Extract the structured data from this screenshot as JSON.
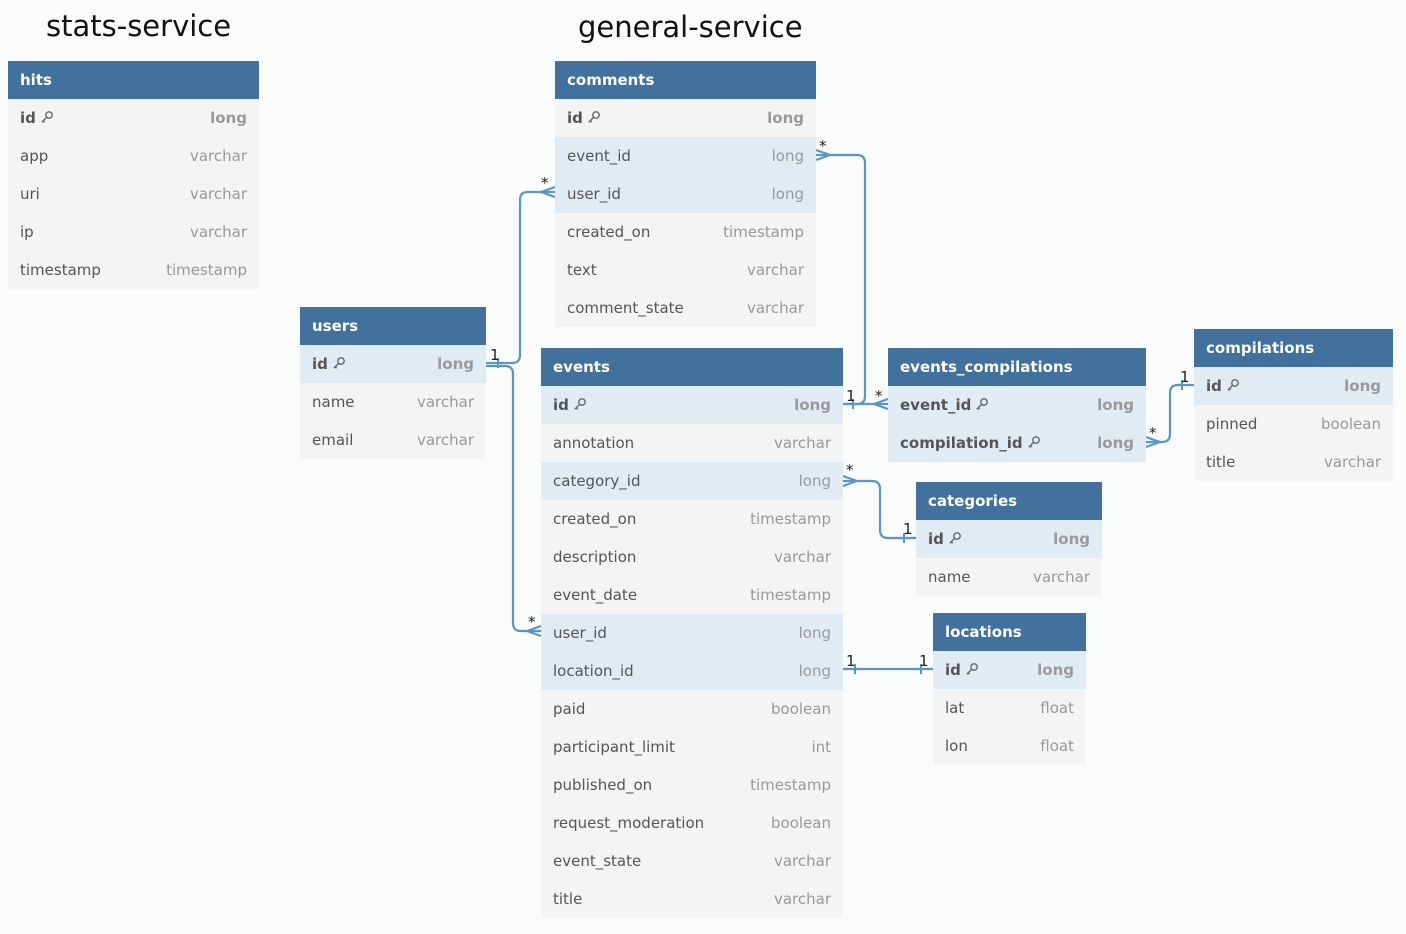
{
  "headings": {
    "stats": "stats-service",
    "general": "general-service"
  },
  "colors": {
    "header": "#41719c",
    "relationship_line": "#5b95c6",
    "row_highlight": "#e0ebf3",
    "row_default": "#f3f4f4"
  },
  "key_icon": "key-icon",
  "tables": [
    {
      "id": "hits",
      "title": "hits",
      "columns": [
        {
          "name": "id",
          "type": "long",
          "pk": true
        },
        {
          "name": "app",
          "type": "varchar"
        },
        {
          "name": "uri",
          "type": "varchar"
        },
        {
          "name": "ip",
          "type": "varchar"
        },
        {
          "name": "timestamp",
          "type": "timestamp"
        }
      ]
    },
    {
      "id": "comments",
      "title": "comments",
      "columns": [
        {
          "name": "id",
          "type": "long",
          "pk": true
        },
        {
          "name": "event_id",
          "type": "long",
          "fk": true
        },
        {
          "name": "user_id",
          "type": "long",
          "fk": true
        },
        {
          "name": "created_on",
          "type": "timestamp"
        },
        {
          "name": "text",
          "type": "varchar"
        },
        {
          "name": "comment_state",
          "type": "varchar"
        }
      ]
    },
    {
      "id": "users",
      "title": "users",
      "columns": [
        {
          "name": "id",
          "type": "long",
          "pk": true,
          "fk": true
        },
        {
          "name": "name",
          "type": "varchar"
        },
        {
          "name": "email",
          "type": "varchar"
        }
      ]
    },
    {
      "id": "events",
      "title": "events",
      "columns": [
        {
          "name": "id",
          "type": "long",
          "pk": true,
          "fk": true
        },
        {
          "name": "annotation",
          "type": "varchar"
        },
        {
          "name": "category_id",
          "type": "long",
          "fk": true
        },
        {
          "name": "created_on",
          "type": "timestamp"
        },
        {
          "name": "description",
          "type": "varchar"
        },
        {
          "name": "event_date",
          "type": "timestamp"
        },
        {
          "name": "user_id",
          "type": "long",
          "fk": true
        },
        {
          "name": "location_id",
          "type": "long",
          "fk": true
        },
        {
          "name": "paid",
          "type": "boolean"
        },
        {
          "name": "participant_limit",
          "type": "int"
        },
        {
          "name": "published_on",
          "type": "timestamp"
        },
        {
          "name": "request_moderation",
          "type": "boolean"
        },
        {
          "name": "event_state",
          "type": "varchar"
        },
        {
          "name": "title",
          "type": "varchar"
        }
      ]
    },
    {
      "id": "events_compilations",
      "title": "events_compilations",
      "columns": [
        {
          "name": "event_id",
          "type": "long",
          "pk": true,
          "fk": true
        },
        {
          "name": "compilation_id",
          "type": "long",
          "pk": true,
          "fk": true
        }
      ]
    },
    {
      "id": "compilations",
      "title": "compilations",
      "columns": [
        {
          "name": "id",
          "type": "long",
          "pk": true,
          "fk": true
        },
        {
          "name": "pinned",
          "type": "boolean"
        },
        {
          "name": "title",
          "type": "varchar"
        }
      ]
    },
    {
      "id": "categories",
      "title": "categories",
      "columns": [
        {
          "name": "id",
          "type": "long",
          "pk": true,
          "fk": true
        },
        {
          "name": "name",
          "type": "varchar"
        }
      ]
    },
    {
      "id": "locations",
      "title": "locations",
      "columns": [
        {
          "name": "id",
          "type": "long",
          "pk": true,
          "fk": true
        },
        {
          "name": "lat",
          "type": "float"
        },
        {
          "name": "lon",
          "type": "float"
        }
      ]
    }
  ],
  "relationships": [
    {
      "id": "rel-users-comments",
      "from": "users.id",
      "to": "comments.user_id",
      "from_card": "1",
      "to_card": "*"
    },
    {
      "id": "rel-users-events",
      "from": "users.id",
      "to": "events.user_id",
      "from_card": "1",
      "to_card": "*"
    },
    {
      "id": "rel-events-comments",
      "from": "events.id",
      "to": "comments.event_id",
      "from_card": "1",
      "to_card": "*"
    },
    {
      "id": "rel-events-eventscompilations",
      "from": "events.id",
      "to": "events_compilations.event_id",
      "from_card": "1",
      "to_card": "*"
    },
    {
      "id": "rel-compilations-eventscompilations",
      "from": "compilations.id",
      "to": "events_compilations.compilation_id",
      "from_card": "1",
      "to_card": "*"
    },
    {
      "id": "rel-categories-events",
      "from": "categories.id",
      "to": "events.category_id",
      "from_card": "1",
      "to_card": "*"
    },
    {
      "id": "rel-locations-events",
      "from": "locations.id",
      "to": "events.location_id",
      "from_card": "1",
      "to_card": "1"
    }
  ]
}
